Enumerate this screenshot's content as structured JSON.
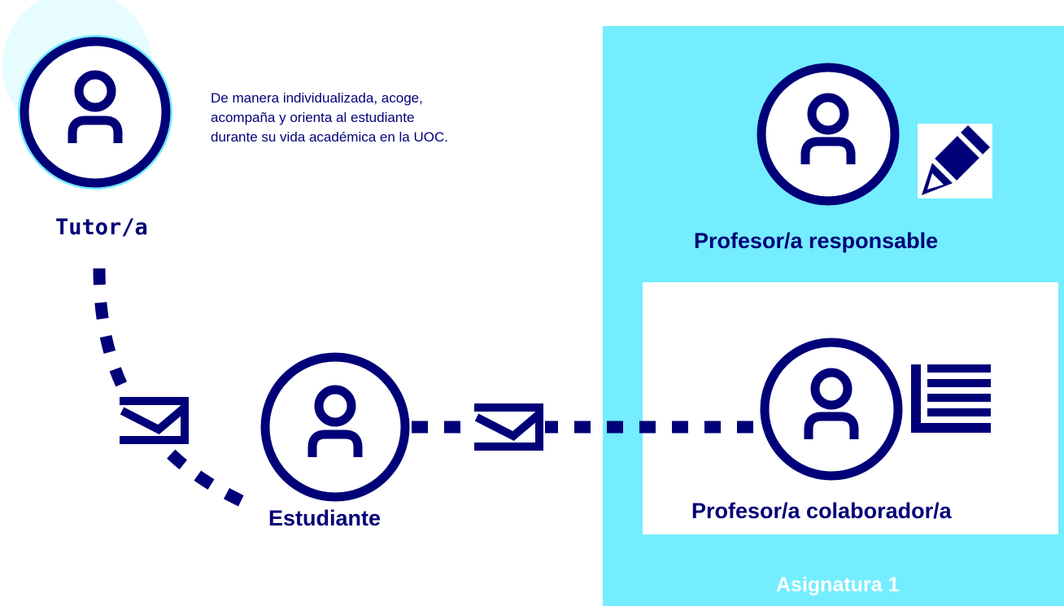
{
  "tutor": {
    "label": "Tutor/a",
    "description": [
      "De manera individualizada, acoge,",
      "acompaña y orienta al estudiante",
      "durante su vida académica en la UOC."
    ]
  },
  "student": {
    "label": "Estudiante"
  },
  "subject": {
    "label": "Asignatura 1",
    "responsible": {
      "label": "Profesor/a responsable"
    },
    "collaborator": {
      "label": "Profesor/a colaborador/a"
    }
  },
  "colors": {
    "navy": "#000078",
    "cyan": "#73EDFF",
    "light_cyan": "#E6FCFF",
    "white": "#FFFFFF"
  },
  "icons": [
    "person-icon",
    "pencil-icon",
    "document-lines-icon",
    "envelope-icon"
  ]
}
